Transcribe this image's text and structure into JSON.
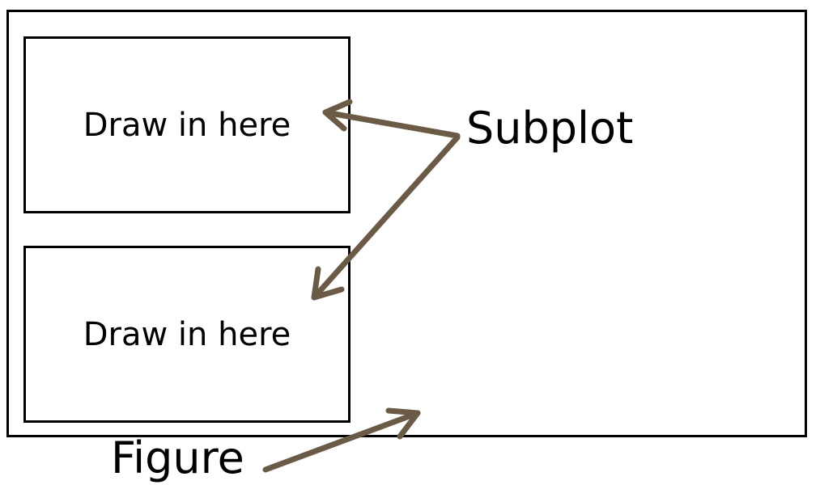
{
  "diagram": {
    "panels": [
      {
        "label": "Draw in here"
      },
      {
        "label": "Draw in here"
      }
    ],
    "callouts": {
      "subplot": "Subplot",
      "figure": "Figure"
    },
    "colors": {
      "frame": "#000000",
      "arrow": "#6b5a45",
      "text": "#000000",
      "background": "#ffffff"
    }
  }
}
